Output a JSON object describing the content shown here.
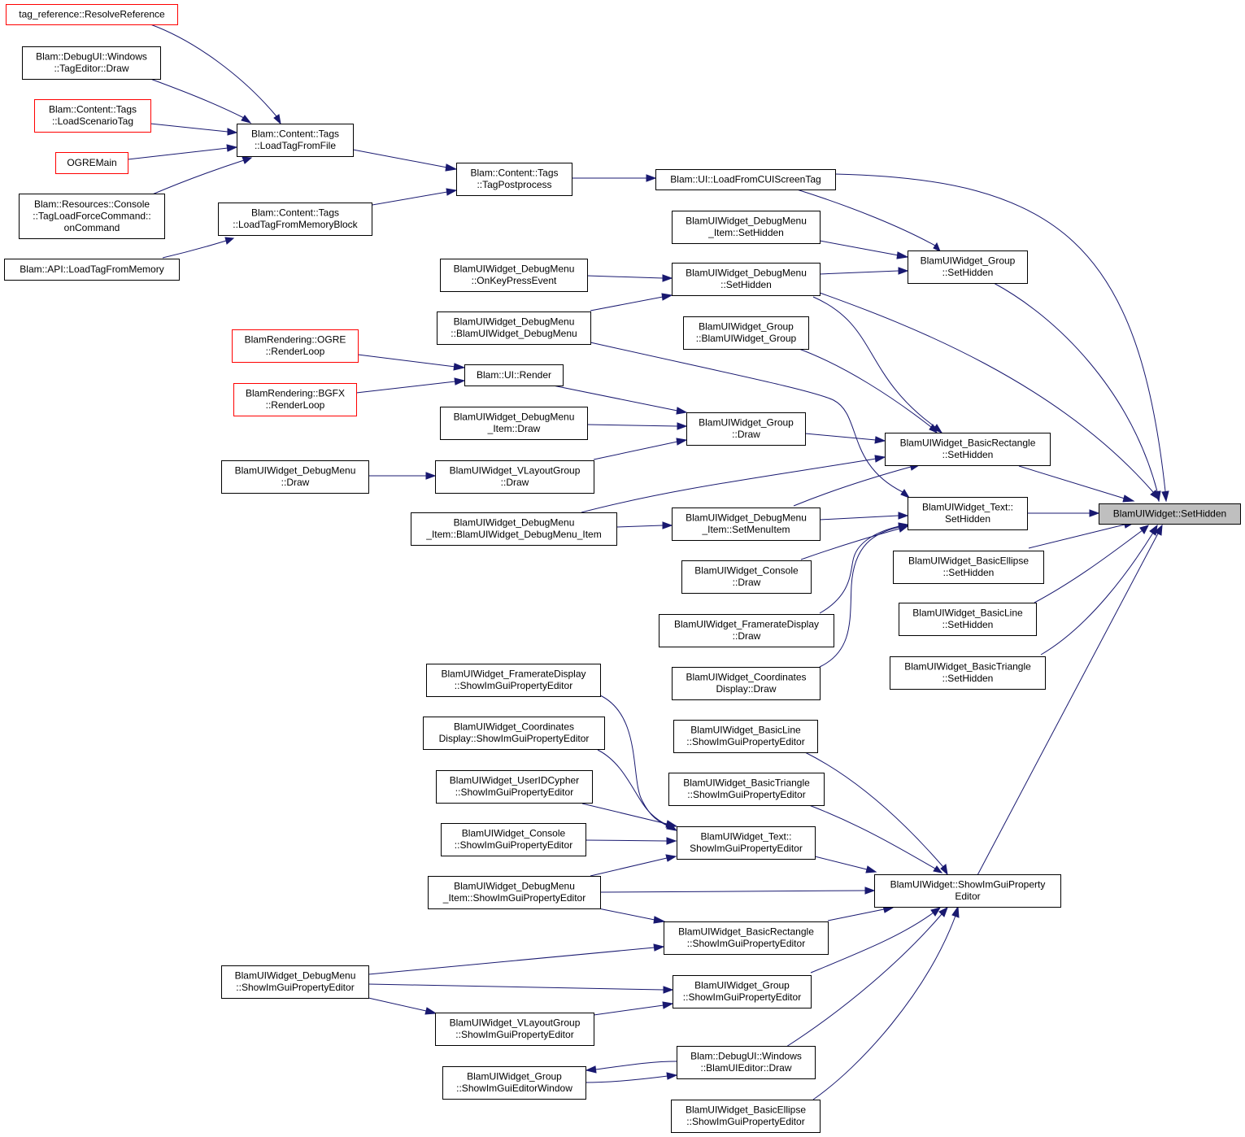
{
  "colors": {
    "edge": "#191970",
    "node_border": "#000000",
    "truncated_border": "#ff0000",
    "focus_fill": "#bfbfbf"
  },
  "nodes": [
    {
      "id": "n_resolve",
      "lines": [
        "tag_reference::ResolveReference"
      ],
      "style": "trunc"
    },
    {
      "id": "n_tageditor",
      "lines": [
        "Blam::DebugUI::Windows",
        "::TagEditor::Draw"
      ],
      "style": "normal"
    },
    {
      "id": "n_loadscenario",
      "lines": [
        "Blam::Content::Tags",
        "::LoadScenarioTag"
      ],
      "style": "trunc"
    },
    {
      "id": "n_ogremain",
      "lines": [
        "OGREMain"
      ],
      "style": "trunc"
    },
    {
      "id": "n_tagloadforce",
      "lines": [
        "Blam::Resources::Console",
        "::TagLoadForceCommand::",
        "onCommand"
      ],
      "style": "normal"
    },
    {
      "id": "n_apiload",
      "lines": [
        "Blam::API::LoadTagFromMemory"
      ],
      "style": "normal"
    },
    {
      "id": "n_loadfile",
      "lines": [
        "Blam::Content::Tags",
        "::LoadTagFromFile"
      ],
      "style": "normal"
    },
    {
      "id": "n_loadmem",
      "lines": [
        "Blam::Content::Tags",
        "::LoadTagFromMemoryBlock"
      ],
      "style": "normal"
    },
    {
      "id": "n_postprocess",
      "lines": [
        "Blam::Content::Tags",
        "::TagPostprocess"
      ],
      "style": "normal"
    },
    {
      "id": "n_loadcui",
      "lines": [
        "Blam::UI::LoadFromCUIScreenTag"
      ],
      "style": "normal"
    },
    {
      "id": "n_dmitem_sethidden",
      "lines": [
        "BlamUIWidget_DebugMenu",
        "_Item::SetHidden"
      ],
      "style": "normal"
    },
    {
      "id": "n_dm_onkey",
      "lines": [
        "BlamUIWidget_DebugMenu",
        "::OnKeyPressEvent"
      ],
      "style": "normal"
    },
    {
      "id": "n_dm_sethidden",
      "lines": [
        "BlamUIWidget_DebugMenu",
        "::SetHidden"
      ],
      "style": "normal"
    },
    {
      "id": "n_group_sethidden",
      "lines": [
        "BlamUIWidget_Group",
        "::SetHidden"
      ],
      "style": "normal"
    },
    {
      "id": "n_dm_ctor",
      "lines": [
        "BlamUIWidget_DebugMenu",
        "::BlamUIWidget_DebugMenu"
      ],
      "style": "normal"
    },
    {
      "id": "n_group_ctor",
      "lines": [
        "BlamUIWidget_Group",
        "::BlamUIWidget_Group"
      ],
      "style": "normal"
    },
    {
      "id": "n_ogre_render",
      "lines": [
        "BlamRendering::OGRE",
        "::RenderLoop"
      ],
      "style": "trunc"
    },
    {
      "id": "n_bgfx_render",
      "lines": [
        "BlamRendering::BGFX",
        "::RenderLoop"
      ],
      "style": "trunc"
    },
    {
      "id": "n_ui_render",
      "lines": [
        "Blam::UI::Render"
      ],
      "style": "normal"
    },
    {
      "id": "n_dmitem_draw",
      "lines": [
        "BlamUIWidget_DebugMenu",
        "_Item::Draw"
      ],
      "style": "normal"
    },
    {
      "id": "n_group_draw",
      "lines": [
        "BlamUIWidget_Group",
        "::Draw"
      ],
      "style": "normal"
    },
    {
      "id": "n_rect_sethidden",
      "lines": [
        "BlamUIWidget_BasicRectangle",
        "::SetHidden"
      ],
      "style": "normal"
    },
    {
      "id": "n_dm_draw",
      "lines": [
        "BlamUIWidget_DebugMenu",
        "::Draw"
      ],
      "style": "normal"
    },
    {
      "id": "n_vlayout_draw",
      "lines": [
        "BlamUIWidget_VLayoutGroup",
        "::Draw"
      ],
      "style": "normal"
    },
    {
      "id": "n_text_sethidden",
      "lines": [
        "BlamUIWidget_Text::",
        "SetHidden"
      ],
      "style": "normal"
    },
    {
      "id": "n_focus",
      "lines": [
        "BlamUIWidget::SetHidden"
      ],
      "style": "focus"
    },
    {
      "id": "n_dmitem_ctor",
      "lines": [
        "BlamUIWidget_DebugMenu",
        "_Item::BlamUIWidget_DebugMenu_Item"
      ],
      "style": "normal"
    },
    {
      "id": "n_dmitem_setmenu",
      "lines": [
        "BlamUIWidget_DebugMenu",
        "_Item::SetMenuItem"
      ],
      "style": "normal"
    },
    {
      "id": "n_ellipse_sethidden",
      "lines": [
        "BlamUIWidget_BasicEllipse",
        "::SetHidden"
      ],
      "style": "normal"
    },
    {
      "id": "n_console_draw",
      "lines": [
        "BlamUIWidget_Console",
        "::Draw"
      ],
      "style": "normal"
    },
    {
      "id": "n_line_sethidden",
      "lines": [
        "BlamUIWidget_BasicLine",
        "::SetHidden"
      ],
      "style": "normal"
    },
    {
      "id": "n_framerate_draw",
      "lines": [
        "BlamUIWidget_FramerateDisplay",
        "::Draw"
      ],
      "style": "normal"
    },
    {
      "id": "n_triangle_sethidden",
      "lines": [
        "BlamUIWidget_BasicTriangle",
        "::SetHidden"
      ],
      "style": "normal"
    },
    {
      "id": "n_coords_draw",
      "lines": [
        "BlamUIWidget_Coordinates",
        "Display::Draw"
      ],
      "style": "normal"
    },
    {
      "id": "n_framerate_pe",
      "lines": [
        "BlamUIWidget_FramerateDisplay",
        "::ShowImGuiPropertyEditor"
      ],
      "style": "normal"
    },
    {
      "id": "n_coords_pe",
      "lines": [
        "BlamUIWidget_Coordinates",
        "Display::ShowImGuiPropertyEditor"
      ],
      "style": "normal"
    },
    {
      "id": "n_line_pe",
      "lines": [
        "BlamUIWidget_BasicLine",
        "::ShowImGuiPropertyEditor"
      ],
      "style": "normal"
    },
    {
      "id": "n_userid_pe",
      "lines": [
        "BlamUIWidget_UserIDCypher",
        "::ShowImGuiPropertyEditor"
      ],
      "style": "normal"
    },
    {
      "id": "n_triangle_pe",
      "lines": [
        "BlamUIWidget_BasicTriangle",
        "::ShowImGuiPropertyEditor"
      ],
      "style": "normal"
    },
    {
      "id": "n_console_pe",
      "lines": [
        "BlamUIWidget_Console",
        "::ShowImGuiPropertyEditor"
      ],
      "style": "normal"
    },
    {
      "id": "n_text_pe",
      "lines": [
        "BlamUIWidget_Text::",
        "ShowImGuiPropertyEditor"
      ],
      "style": "normal"
    },
    {
      "id": "n_dmitem_pe",
      "lines": [
        "BlamUIWidget_DebugMenu",
        "_Item::ShowImGuiPropertyEditor"
      ],
      "style": "normal"
    },
    {
      "id": "n_widget_pe",
      "lines": [
        "BlamUIWidget::ShowImGuiProperty",
        "Editor"
      ],
      "style": "normal"
    },
    {
      "id": "n_rect_pe",
      "lines": [
        "BlamUIWidget_BasicRectangle",
        "::ShowImGuiPropertyEditor"
      ],
      "style": "normal"
    },
    {
      "id": "n_dm_pe",
      "lines": [
        "BlamUIWidget_DebugMenu",
        "::ShowImGuiPropertyEditor"
      ],
      "style": "normal"
    },
    {
      "id": "n_group_pe",
      "lines": [
        "BlamUIWidget_Group",
        "::ShowImGuiPropertyEditor"
      ],
      "style": "normal"
    },
    {
      "id": "n_vlayout_pe",
      "lines": [
        "BlamUIWidget_VLayoutGroup",
        "::ShowImGuiPropertyEditor"
      ],
      "style": "normal"
    },
    {
      "id": "n_uieditor_draw",
      "lines": [
        "Blam::DebugUI::Windows",
        "::BlamUIEditor::Draw"
      ],
      "style": "normal"
    },
    {
      "id": "n_group_editorwin",
      "lines": [
        "BlamUIWidget_Group",
        "::ShowImGuiEditorWindow"
      ],
      "style": "normal"
    },
    {
      "id": "n_ellipse_pe",
      "lines": [
        "BlamUIWidget_BasicEllipse",
        "::ShowImGuiPropertyEditor"
      ],
      "style": "normal"
    }
  ]
}
